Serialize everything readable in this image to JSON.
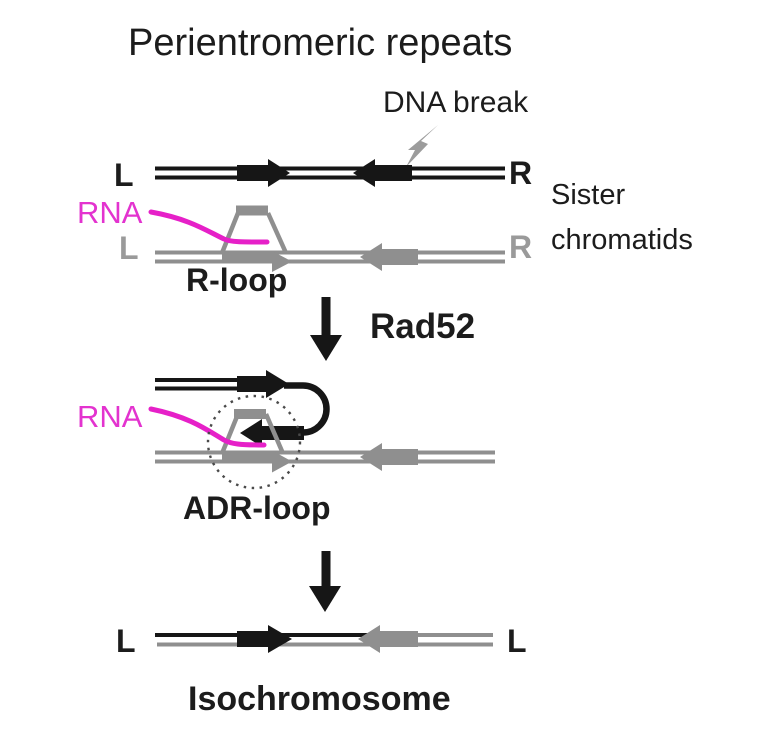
{
  "figure": {
    "title": "Perientromeric repeats",
    "top": {
      "dna_break": "DNA break",
      "black_left": "L",
      "black_right": "R",
      "gray_left": "L",
      "gray_right": "R",
      "rna": "RNA",
      "sister_line1": "Sister",
      "sister_line2": "chromatids",
      "loop": "R-loop"
    },
    "step1": {
      "enzyme": "Rad52"
    },
    "middle": {
      "rna": "RNA",
      "loop": "ADR-loop"
    },
    "bottom": {
      "left": "L",
      "right": "L",
      "label": "Isochromosome"
    }
  },
  "colors": {
    "chromatid_black": "#161616",
    "chromatid_gray": "#8f8f8f",
    "rna_magenta": "#e620c8",
    "bolt_gray": "#9c9c9c",
    "gray_label": "#9a9a9a",
    "text": "#1c1c1c",
    "dotted_circle": "#4a4a4a",
    "background": "#ffffff"
  }
}
